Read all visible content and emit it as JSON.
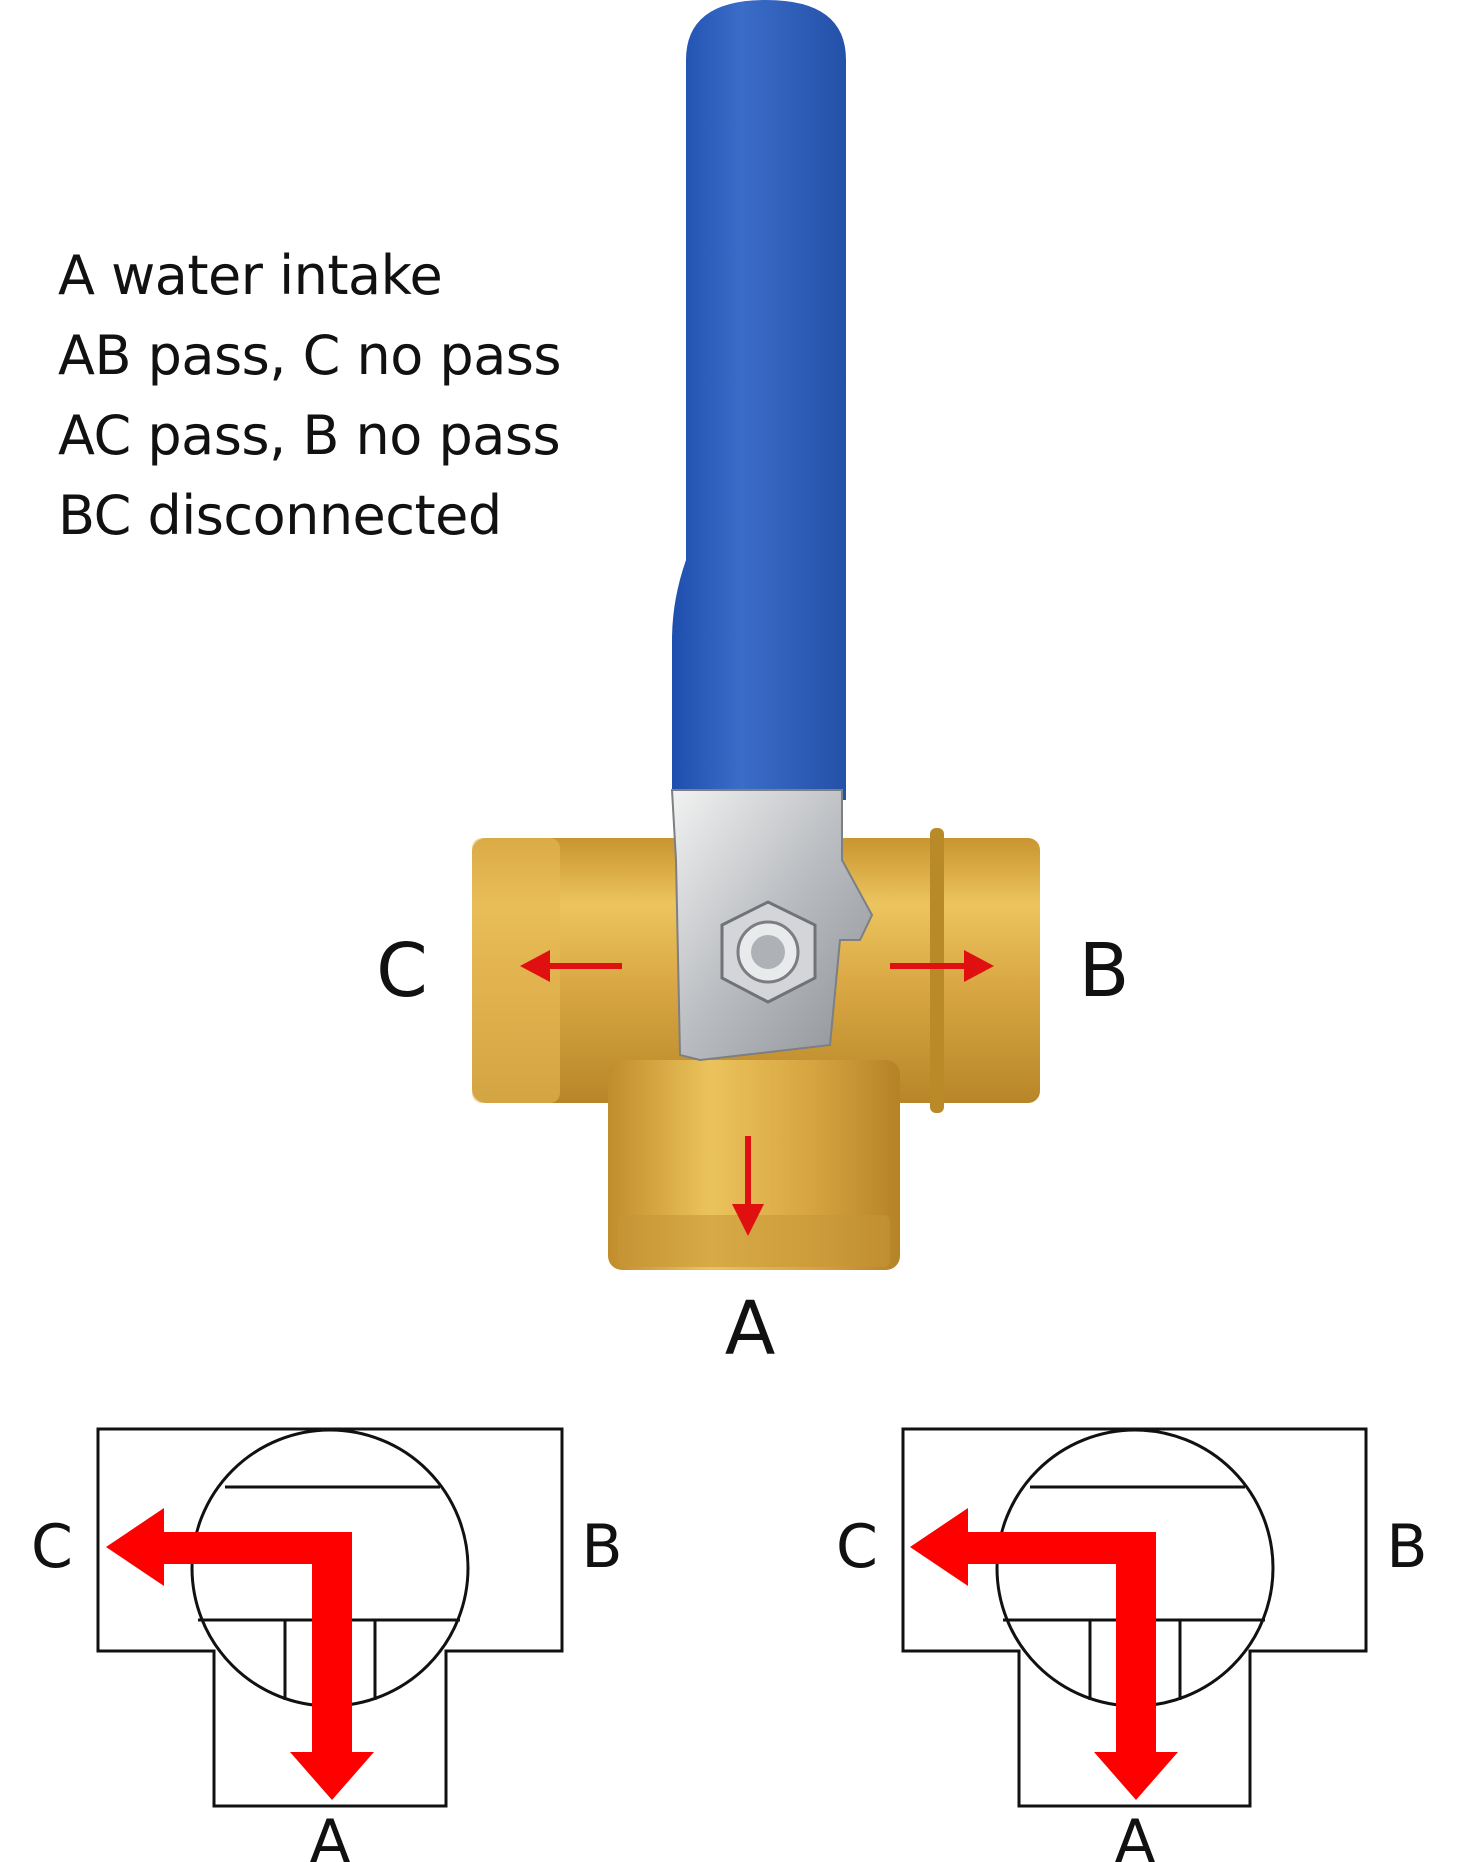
{
  "notes": {
    "line1": "A water intake",
    "line2": "AB pass, C no pass",
    "line3": "AC pass, B no pass",
    "line4": "BC disconnected"
  },
  "valve": {
    "port_left": "C",
    "port_right": "B",
    "port_bottom": "A",
    "handle_color": "#2f5fb8",
    "body_color": "#d8a640",
    "arrow_color": "#e01010"
  },
  "schematics": [
    {
      "port_left": "C",
      "port_right": "B",
      "port_bottom": "A"
    },
    {
      "port_left": "C",
      "port_right": "B",
      "port_bottom": "A"
    }
  ]
}
